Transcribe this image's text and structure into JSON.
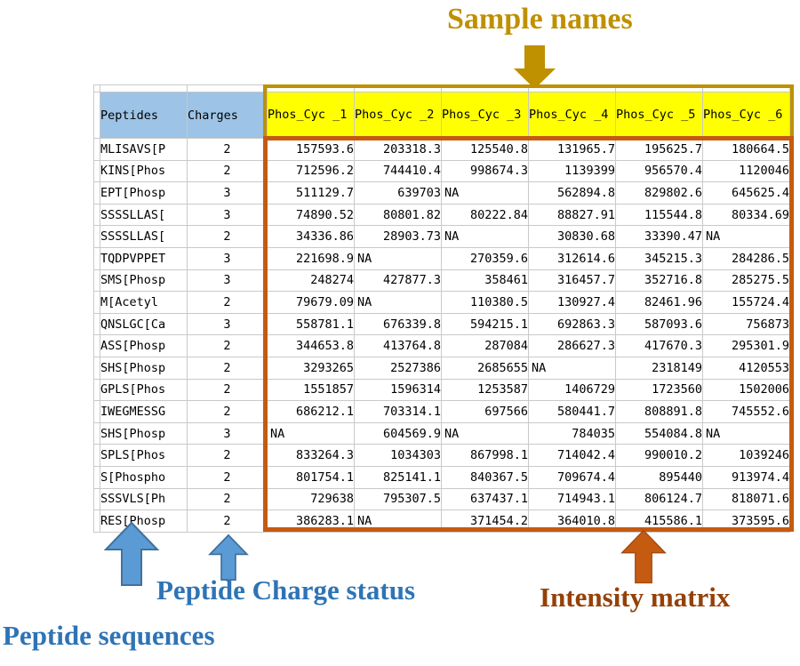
{
  "title_annotation": {
    "label": "Sample names"
  },
  "annotations": {
    "peptide_sequences": "Peptide sequences",
    "peptide_charge_status": "Peptide Charge status",
    "intensity_matrix": "Intensity matrix"
  },
  "colors": {
    "peptide_header_blue": "#9DC3E6",
    "sample_header_yellow": "#FFFF00",
    "sample_names_gold": "#BF9000",
    "intensity_border_orange": "#C55A11",
    "blue_annotation_text": "#2E74B5",
    "blue_arrow_fill": "#5B9BD5",
    "blue_arrow_border": "#41719C",
    "intensity_text_brown": "#944109",
    "gridline_gray": "#c9c9c9"
  },
  "table": {
    "peptides_header": "Peptides",
    "charges_header": "Charges",
    "sample_headers": [
      "Phos_Cyc\n_1",
      "Phos_Cyc\n_2",
      "Phos_Cyc\n_3",
      "Phos_Cyc\n_4",
      "Phos_Cyc\n_5",
      "Phos_Cyc\n_6"
    ],
    "rows": [
      {
        "peptide": "MLISAVS[P",
        "charge": "2",
        "values": [
          "157593.6",
          "203318.3",
          "125540.8",
          "131965.7",
          "195625.7",
          "180664.5"
        ]
      },
      {
        "peptide": "KINS[Phos",
        "charge": "2",
        "values": [
          "712596.2",
          "744410.4",
          "998674.3",
          "1139399",
          "956570.4",
          "1120046"
        ]
      },
      {
        "peptide": "EPT[Phosp",
        "charge": "3",
        "values": [
          "511129.7",
          "639703",
          "NA",
          "562894.8",
          "829802.6",
          "645625.4"
        ]
      },
      {
        "peptide": "SSSSLLAS[",
        "charge": "3",
        "values": [
          "74890.52",
          "80801.82",
          "80222.84",
          "88827.91",
          "115544.8",
          "80334.69"
        ]
      },
      {
        "peptide": "SSSSLLAS[",
        "charge": "2",
        "values": [
          "34336.86",
          "28903.73",
          "NA",
          "30830.68",
          "33390.47",
          "NA"
        ]
      },
      {
        "peptide": "TQDPVPPET",
        "charge": "3",
        "values": [
          "221698.9",
          "NA",
          "270359.6",
          "312614.6",
          "345215.3",
          "284286.5"
        ]
      },
      {
        "peptide": "SMS[Phosp",
        "charge": "3",
        "values": [
          "248274",
          "427877.3",
          "358461",
          "316457.7",
          "352716.8",
          "285275.5"
        ]
      },
      {
        "peptide": "M[Acetyl",
        "charge": "2",
        "values": [
          "79679.09",
          "NA",
          "110380.5",
          "130927.4",
          "82461.96",
          "155724.4"
        ]
      },
      {
        "peptide": "QNSLGC[Ca",
        "charge": "3",
        "values": [
          "558781.1",
          "676339.8",
          "594215.1",
          "692863.3",
          "587093.6",
          "756873"
        ]
      },
      {
        "peptide": "ASS[Phosp",
        "charge": "2",
        "values": [
          "344653.8",
          "413764.8",
          "287084",
          "286627.3",
          "417670.3",
          "295301.9"
        ]
      },
      {
        "peptide": "SHS[Phosp",
        "charge": "2",
        "values": [
          "3293265",
          "2527386",
          "2685655",
          "NA",
          "2318149",
          "4120553"
        ]
      },
      {
        "peptide": "GPLS[Phos",
        "charge": "2",
        "values": [
          "1551857",
          "1596314",
          "1253587",
          "1406729",
          "1723560",
          "1502006"
        ]
      },
      {
        "peptide": "IWEGMESSG",
        "charge": "2",
        "values": [
          "686212.1",
          "703314.1",
          "697566",
          "580441.7",
          "808891.8",
          "745552.6"
        ]
      },
      {
        "peptide": "SHS[Phosp",
        "charge": "3",
        "values": [
          "NA",
          "604569.9",
          "NA",
          "784035",
          "554084.8",
          "NA"
        ]
      },
      {
        "peptide": "SPLS[Phos",
        "charge": "2",
        "values": [
          "833264.3",
          "1034303",
          "867998.1",
          "714042.4",
          "990010.2",
          "1039246"
        ]
      },
      {
        "peptide": "S[Phospho",
        "charge": "2",
        "values": [
          "801754.1",
          "825141.1",
          "840367.5",
          "709674.4",
          "895440",
          "913974.4"
        ]
      },
      {
        "peptide": "SSSVLS[Ph",
        "charge": "2",
        "values": [
          "729638",
          "795307.5",
          "637437.1",
          "714943.1",
          "806124.7",
          "818071.6"
        ]
      },
      {
        "peptide": "RES[Phosp",
        "charge": "2",
        "values": [
          "386283.1",
          "NA",
          "371454.2",
          "364010.8",
          "415586.1",
          "373595.6"
        ]
      }
    ]
  }
}
